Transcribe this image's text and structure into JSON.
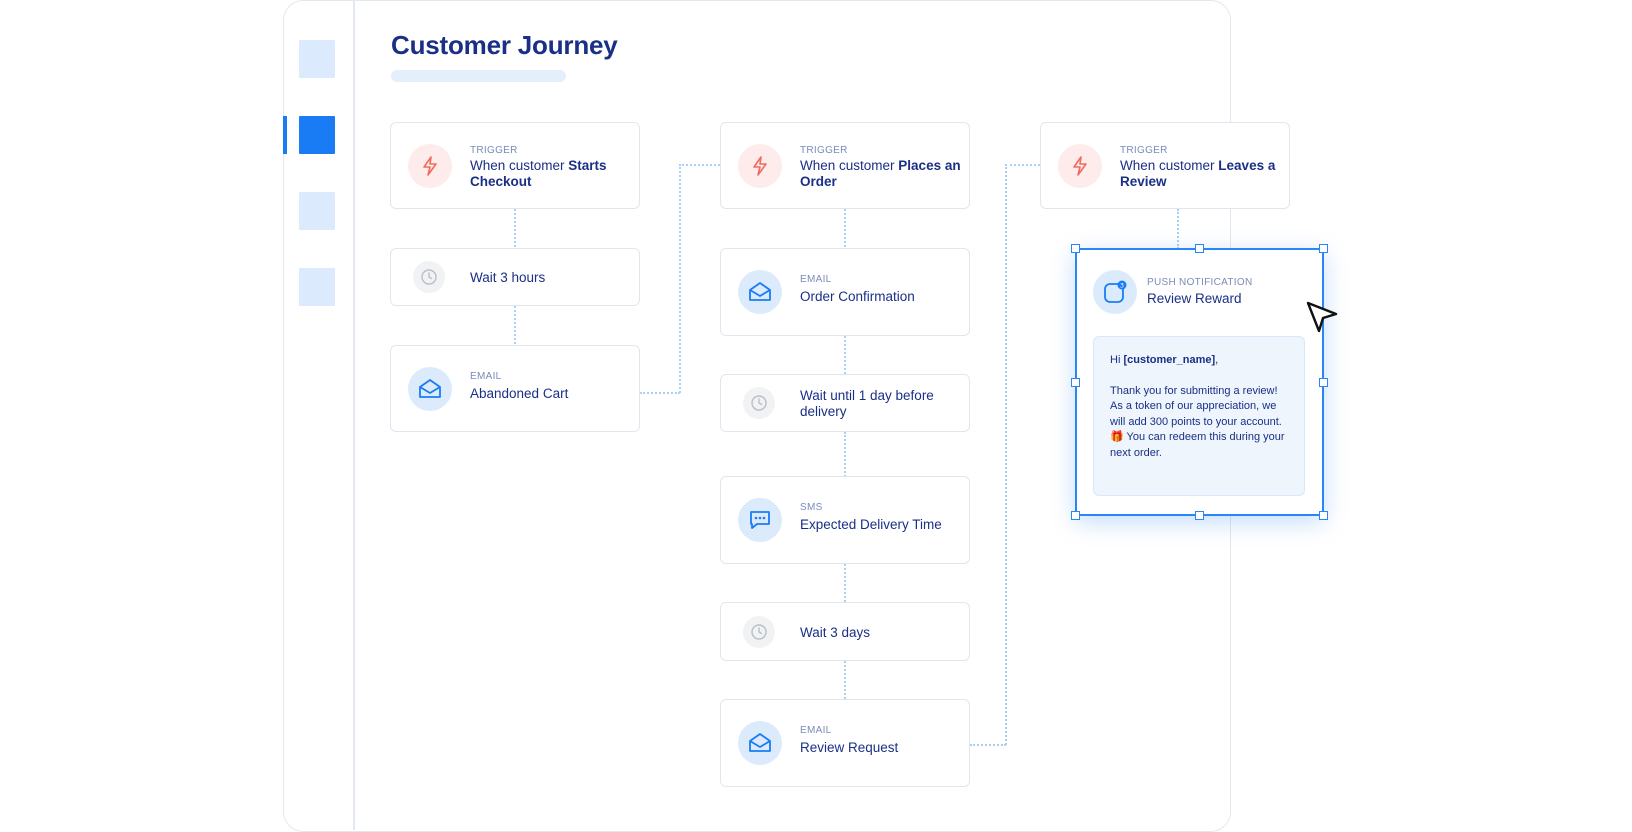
{
  "page": {
    "title": "Customer Journey"
  },
  "sidebar": {
    "items": [
      "item-1",
      "item-2",
      "item-3",
      "item-4"
    ],
    "active_index": 1
  },
  "columns": [
    {
      "trigger": {
        "kind": "TRIGGER",
        "prefix": "When customer ",
        "bold": "Starts Checkout"
      },
      "steps": [
        {
          "type": "wait",
          "label": "Wait 3 hours"
        },
        {
          "type": "email",
          "kind": "EMAIL",
          "label": "Abandoned Cart"
        }
      ]
    },
    {
      "trigger": {
        "kind": "TRIGGER",
        "prefix": "When customer ",
        "bold": "Places an Order"
      },
      "steps": [
        {
          "type": "email",
          "kind": "EMAIL",
          "label": "Order Confirmation"
        },
        {
          "type": "wait",
          "label": "Wait until 1 day before delivery"
        },
        {
          "type": "sms",
          "kind": "SMS",
          "label": "Expected Delivery Time"
        },
        {
          "type": "wait",
          "label": "Wait 3 days"
        },
        {
          "type": "email",
          "kind": "EMAIL",
          "label": "Review Request"
        }
      ]
    },
    {
      "trigger": {
        "kind": "TRIGGER",
        "prefix": "When customer ",
        "bold": "Leaves a Review"
      },
      "steps": [
        {
          "type": "push",
          "kind": "PUSH NOTIFICATION",
          "label": "Review Reward",
          "badge": "3",
          "message": {
            "greeting": "Hi ",
            "name_token": "[customer_name]",
            "greeting_end": ",",
            "body_1": "Thank you for submitting a review! As a token of our appreciation, we will add 300 points to your account. ",
            "emoji": "🎁",
            "body_2": " You can redeem this during your next order."
          }
        }
      ]
    }
  ],
  "icons": {
    "trigger": "lightning-icon",
    "email": "envelope-open-icon",
    "wait": "clock-icon",
    "sms": "chat-bubble-icon",
    "push": "app-notification-icon",
    "cursor": "pointer-cursor-icon"
  },
  "colors": {
    "accent": "#1a7cf5",
    "title": "#1a2f86",
    "trigger_icon": "#f06b5d",
    "connector": "#a9d0f5",
    "sidebar_inactive": "#dbeafc"
  }
}
